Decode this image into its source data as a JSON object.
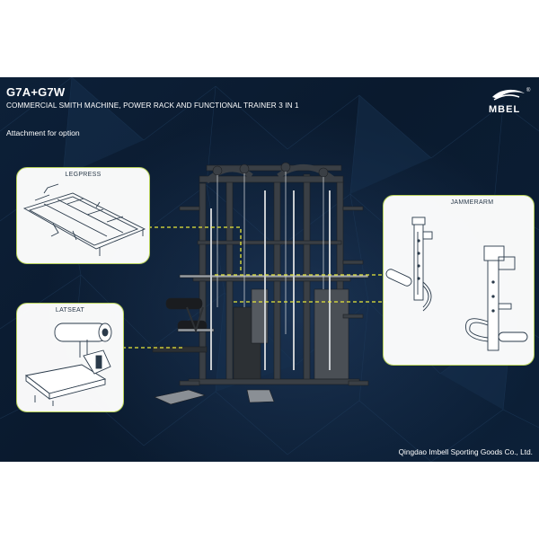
{
  "header": {
    "title": "G7A+G7W",
    "subtitle": "COMMERCIAL SMITH MACHINE, POWER RACK AND FUNCTIONAL TRAINER 3 IN 1"
  },
  "brand": {
    "logo_text": "MBEL",
    "registered_mark": "®"
  },
  "note": "Attachment for option",
  "attachments": {
    "legpress": "LEGPRESS",
    "latseat": "LATSEAT",
    "jammerarm": "JAMMERARM"
  },
  "footer": {
    "company": "Qingdao Imbell Sporting Goods Co., Ltd."
  },
  "colors": {
    "background": "#0c1e34",
    "accent_connector": "#e8e83a",
    "panel_border": "#b9d35a"
  }
}
